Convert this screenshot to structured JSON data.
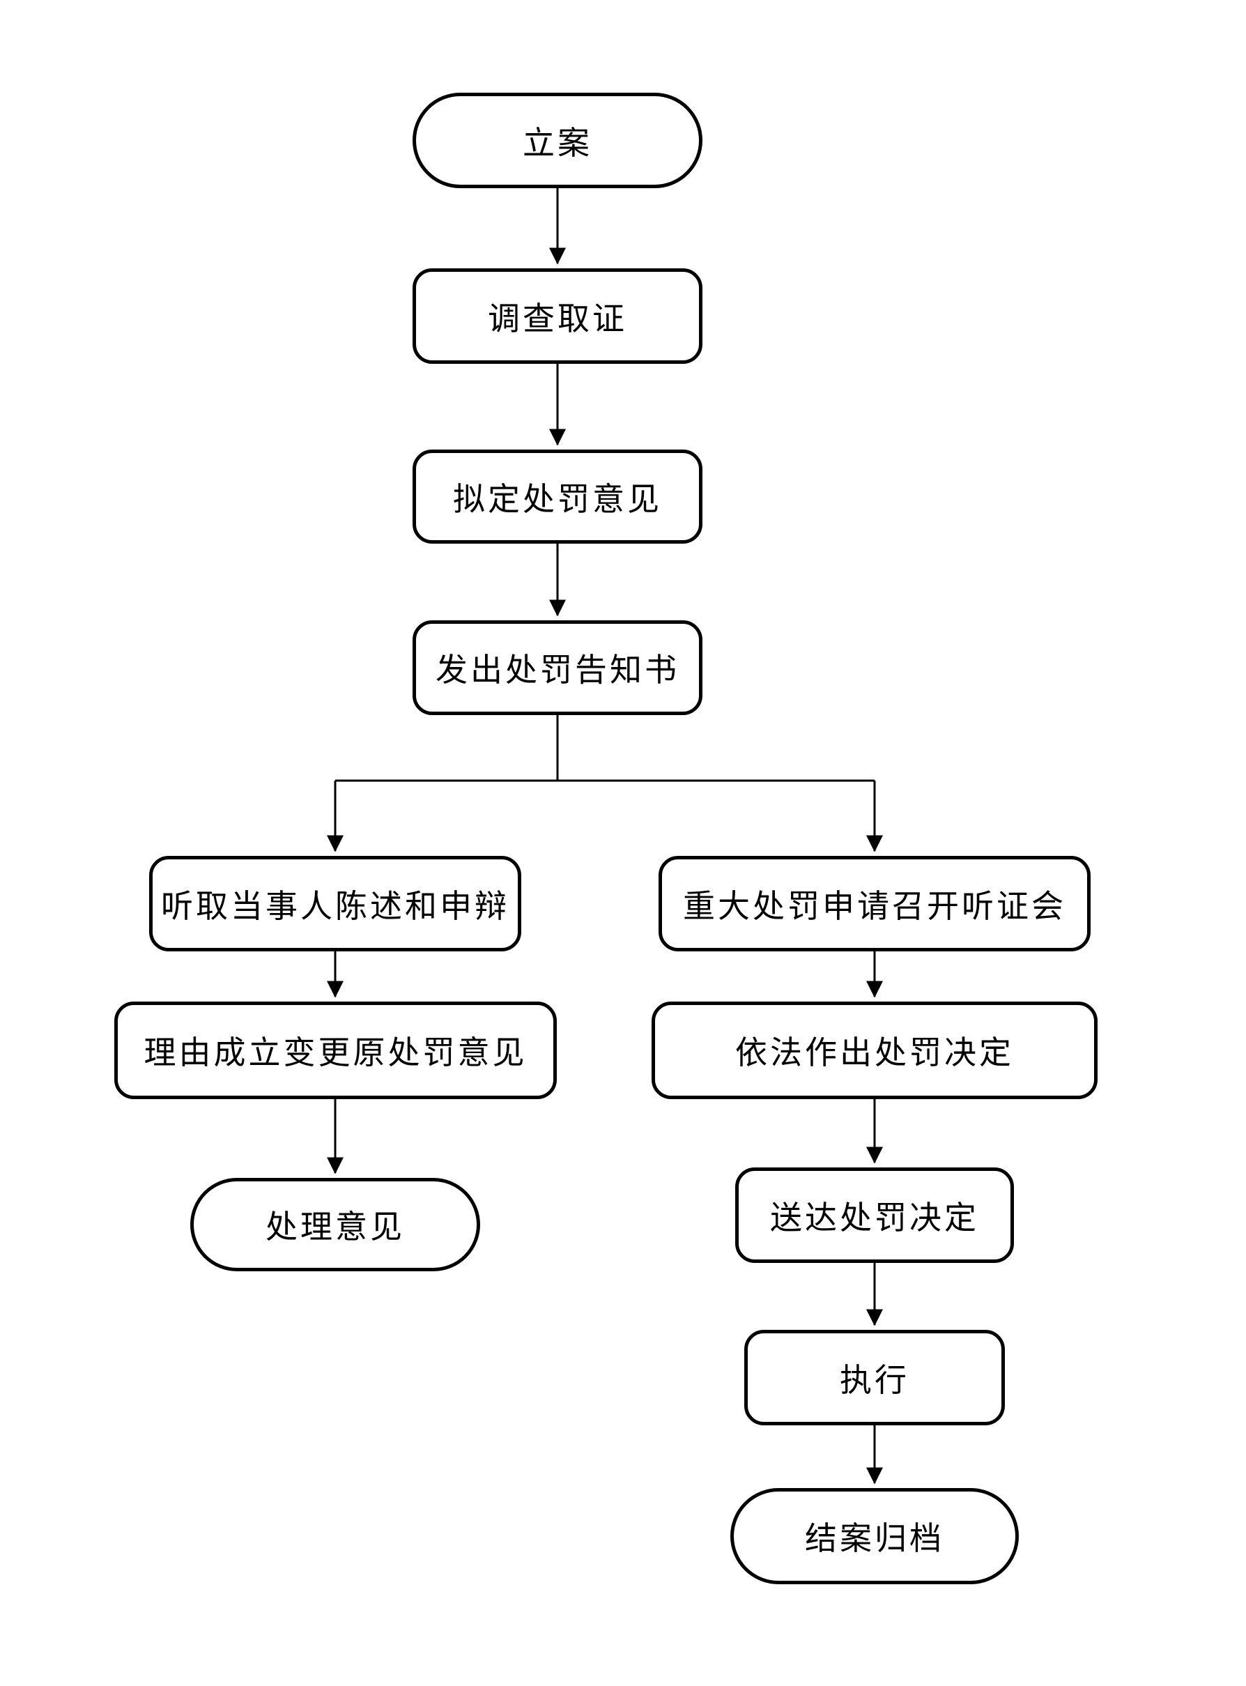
{
  "diagram_type": "flowchart",
  "background_color": "#ffffff",
  "stroke_color": "#000000",
  "fill_color": "#ffffff",
  "nodes": [
    {
      "label": "立案",
      "shape": "stadium"
    },
    {
      "label": "调查取证",
      "shape": "rounded-rect"
    },
    {
      "label": "拟定处罚意见",
      "shape": "rounded-rect"
    },
    {
      "label": "发出处罚告知书",
      "shape": "rounded-rect"
    },
    {
      "label": "听取当事人陈述和申辩",
      "shape": "rounded-rect"
    },
    {
      "label": "重大处罚申请召开听证会",
      "shape": "rounded-rect"
    },
    {
      "label": "理由成立变更原处罚意见",
      "shape": "rounded-rect"
    },
    {
      "label": "依法作出处罚决定",
      "shape": "rounded-rect"
    },
    {
      "label": "处理意见",
      "shape": "stadium"
    },
    {
      "label": "送达处罚决定",
      "shape": "rounded-rect"
    },
    {
      "label": "执行",
      "shape": "rounded-rect"
    },
    {
      "label": "结案归档",
      "shape": "stadium"
    }
  ],
  "edges": [
    {
      "from": "立案",
      "to": "调查取证"
    },
    {
      "from": "调查取证",
      "to": "拟定处罚意见"
    },
    {
      "from": "拟定处罚意见",
      "to": "发出处罚告知书"
    },
    {
      "from": "发出处罚告知书",
      "to": "听取当事人陈述和申辩"
    },
    {
      "from": "发出处罚告知书",
      "to": "重大处罚申请召开听证会"
    },
    {
      "from": "听取当事人陈述和申辩",
      "to": "理由成立变更原处罚意见"
    },
    {
      "from": "理由成立变更原处罚意见",
      "to": "处理意见"
    },
    {
      "from": "重大处罚申请召开听证会",
      "to": "依法作出处罚决定"
    },
    {
      "from": "依法作出处罚决定",
      "to": "送达处罚决定"
    },
    {
      "from": "送达处罚决定",
      "to": "执行"
    },
    {
      "from": "执行",
      "to": "结案归档"
    }
  ]
}
